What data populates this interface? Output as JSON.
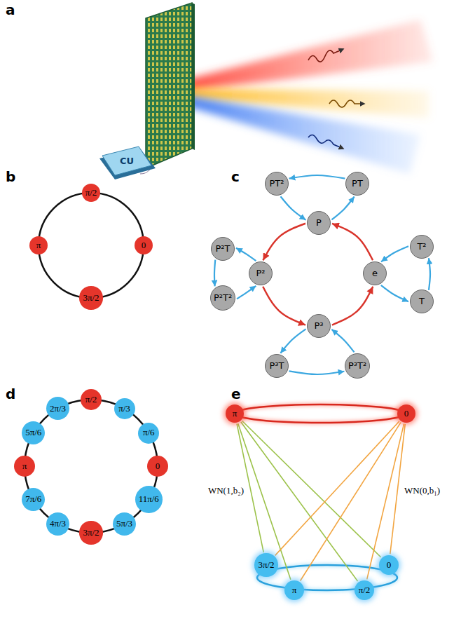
{
  "diagram": {
    "nodes": [
      {
        "text": [
          "π/2"
        ]
      },
      {
        "text": [
          "π"
        ]
      },
      {
        "text": [
          "0"
        ]
      },
      {
        "text": [
          "3π/2"
        ]
      },
      {
        "text": [
          "P"
        ]
      },
      {
        "text": [
          "PT²"
        ]
      },
      {
        "text": [
          "PT"
        ]
      },
      {
        "text": [
          "P²"
        ]
      },
      {
        "text": [
          "P²T"
        ]
      },
      {
        "text": [
          "P²T²"
        ]
      },
      {
        "text": [
          "e"
        ]
      },
      {
        "text": [
          "T²"
        ]
      },
      {
        "text": [
          "T"
        ]
      },
      {
        "text": [
          "P³"
        ]
      },
      {
        "text": [
          "P³T"
        ]
      },
      {
        "text": [
          "P³T²"
        ]
      },
      {
        "text": [
          "π/2"
        ]
      },
      {
        "text": [
          "π/3"
        ]
      },
      {
        "text": [
          "π/6"
        ]
      },
      {
        "text": [
          "0"
        ]
      },
      {
        "text": [
          "11π/6"
        ]
      },
      {
        "text": [
          "5π/3"
        ]
      },
      {
        "text": [
          "3π/2"
        ]
      },
      {
        "text": [
          "4π/3"
        ]
      },
      {
        "text": [
          "7π/6"
        ]
      },
      {
        "text": [
          "π"
        ]
      },
      {
        "text": [
          "5π/6"
        ]
      },
      {
        "text": [
          "2π/3"
        ]
      },
      {
        "text": [
          "π"
        ]
      },
      {
        "text": [
          "0"
        ]
      },
      {
        "text": [
          "3π/2"
        ]
      },
      {
        "text": [
          "0"
        ]
      },
      {
        "text": [
          "π"
        ]
      },
      {
        "text": [
          "π/2"
        ]
      }
    ],
    "edges": [
      {
        "from": 10,
        "to": 4,
        "arrow": "to"
      },
      {
        "from": 4,
        "to": 7,
        "arrow": "to"
      },
      {
        "from": 7,
        "to": 13,
        "arrow": "to"
      },
      {
        "from": 13,
        "to": 10,
        "arrow": "to"
      },
      {
        "from": 10,
        "to": 12,
        "arrow": "to"
      },
      {
        "from": 12,
        "to": 11,
        "arrow": "to"
      },
      {
        "from": 11,
        "to": 10,
        "arrow": "to"
      },
      {
        "from": 4,
        "to": 6,
        "arrow": "to"
      },
      {
        "from": 6,
        "to": 5,
        "arrow": "to"
      },
      {
        "from": 5,
        "to": 4,
        "arrow": "to"
      },
      {
        "from": 7,
        "to": 8,
        "arrow": "to"
      },
      {
        "from": 8,
        "to": 9,
        "arrow": "to"
      },
      {
        "from": 9,
        "to": 7,
        "arrow": "to"
      },
      {
        "from": 13,
        "to": 14,
        "arrow": "to"
      },
      {
        "from": 14,
        "to": 15,
        "arrow": "to"
      },
      {
        "from": 15,
        "to": 13,
        "arrow": "to"
      },
      {
        "from": 28,
        "to": 30,
        "arrow": "none"
      },
      {
        "from": 28,
        "to": 31,
        "arrow": "none"
      },
      {
        "from": 28,
        "to": 32,
        "arrow": "none"
      },
      {
        "from": 28,
        "to": 33,
        "arrow": "none"
      },
      {
        "from": 29,
        "to": 30,
        "arrow": "none"
      },
      {
        "from": 29,
        "to": 31,
        "arrow": "none"
      },
      {
        "from": 29,
        "to": 32,
        "arrow": "none"
      },
      {
        "from": 29,
        "to": 33,
        "arrow": "none"
      }
    ],
    "labels": [
      "a",
      "b",
      "c",
      "d",
      "e",
      "CU",
      "WN(1,b₂)",
      "WN(0,b₁)"
    ]
  }
}
